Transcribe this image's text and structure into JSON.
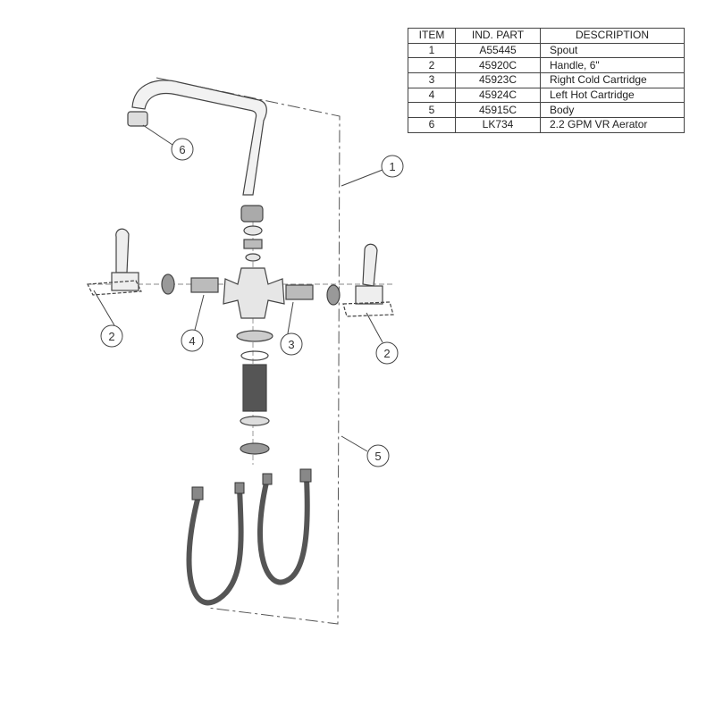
{
  "table": {
    "headers": [
      "ITEM",
      "IND. PART",
      "DESCRIPTION"
    ],
    "rows": [
      {
        "item": "1",
        "part": "A55445",
        "description": "Spout"
      },
      {
        "item": "2",
        "part": "45920C",
        "description": "Handle, 6\""
      },
      {
        "item": "3",
        "part": "45923C",
        "description": "Right Cold Cartridge"
      },
      {
        "item": "4",
        "part": "45924C",
        "description": "Left Hot Cartridge"
      },
      {
        "item": "5",
        "part": "45915C",
        "description": "Body"
      },
      {
        "item": "6",
        "part": "LK734",
        "description": "2.2 GPM VR Aerator"
      }
    ]
  },
  "callouts": {
    "spout": "1",
    "handle_left": "2",
    "cold_cartridge": "3",
    "hot_cartridge": "4",
    "body": "5",
    "aerator": "6",
    "handle_right": "2"
  }
}
